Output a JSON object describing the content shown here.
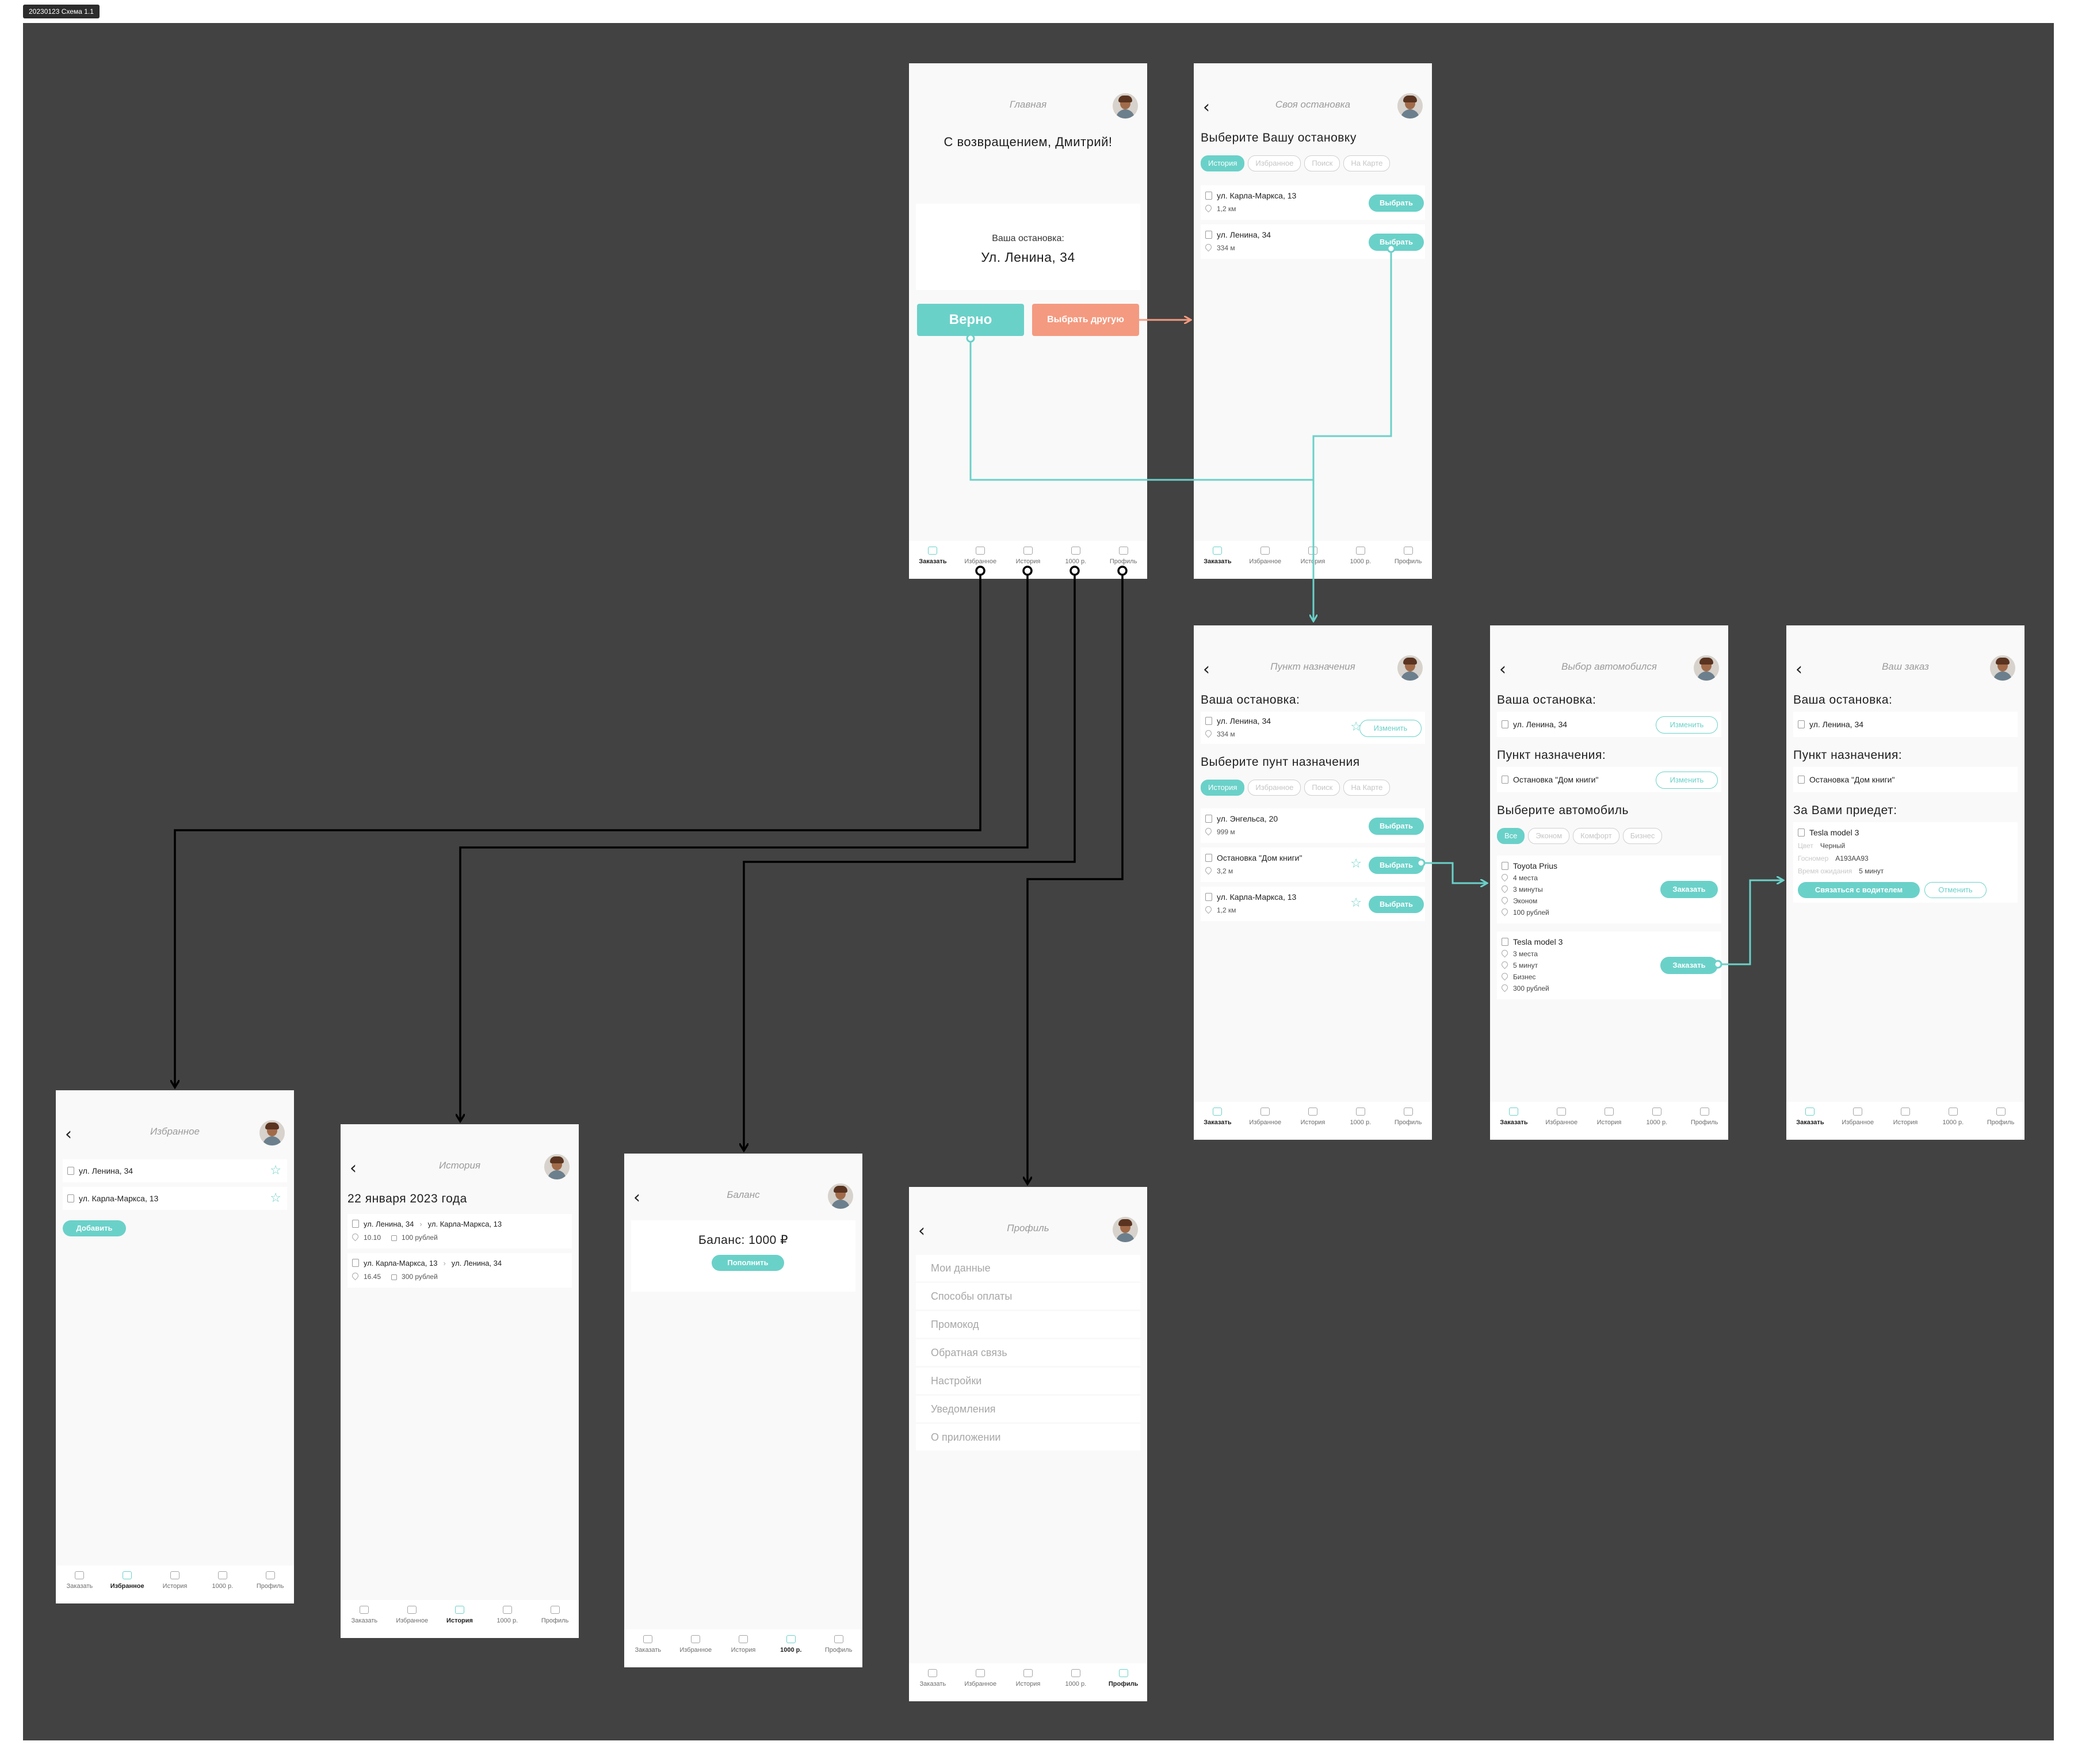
{
  "file_tag": "20230123 Схема 1.1",
  "colors": {
    "accent": "#6ad1c9",
    "coral": "#f49a80",
    "canvas": "#424242"
  },
  "tabs": [
    "Заказать",
    "Избранное",
    "История",
    "1000 р.",
    "Профиль"
  ],
  "main": {
    "title": "Главная",
    "greeting": "С возвращением, Дмитрий!",
    "stop_label": "Ваша остановка:",
    "stop_value": "Ул. Ленина, 34",
    "confirm": "Верно",
    "choose_other": "Выбрать другую"
  },
  "own_stop": {
    "title": "Своя остановка",
    "heading": "Выберите Вашу остановку",
    "chips": [
      "История",
      "Избранное",
      "Поиск",
      "На Карте"
    ],
    "items": [
      {
        "name": "ул. Карла-Маркса, 13",
        "dist": "1,2 км"
      },
      {
        "name": "ул. Ленина, 34",
        "dist": "334 м"
      }
    ],
    "select": "Выбрать"
  },
  "destination": {
    "title": "Пункт назначения",
    "stop_heading": "Ваша остановка:",
    "stop": {
      "name": "ул. Ленина, 34",
      "dist": "334 м"
    },
    "change": "Изменить",
    "heading": "Выберите пунт назначения",
    "chips": [
      "История",
      "Избранное",
      "Поиск",
      "На Карте"
    ],
    "items": [
      {
        "name": "ул. Энгельса, 20",
        "dist": "999 м"
      },
      {
        "name": "Остановка \"Дом книги\"",
        "dist": "3,2 м"
      },
      {
        "name": "ул. Карла-Маркса, 13",
        "dist": "1,2 км"
      }
    ],
    "select": "Выбрать"
  },
  "car_choice": {
    "title": "Выбор автомобился",
    "stop_heading": "Ваша остановка:",
    "stop": "ул. Ленина, 34",
    "dest_heading": "Пункт назначения:",
    "dest": "Остановка \"Дом книги\"",
    "change": "Изменить",
    "heading": "Выберите автомобиль",
    "chips": [
      "Все",
      "Эконом",
      "Комфорт",
      "Бизнес"
    ],
    "cars": [
      {
        "name": "Toyota Prius",
        "seats": "4 места",
        "time": "3 минуты",
        "class": "Эконом",
        "price": "100 рублей"
      },
      {
        "name": "Tesla model 3",
        "seats": "3 места",
        "time": "5 минут",
        "class": "Бизнес",
        "price": "300 рублей"
      }
    ],
    "order": "Заказать"
  },
  "your_order": {
    "title": "Ваш заказ",
    "stop_heading": "Ваша остановка:",
    "stop": "ул. Ленина, 34",
    "dest_heading": "Пункт назначения:",
    "dest": "Остановка \"Дом книги\"",
    "coming_heading": "За Вами приедет:",
    "car": "Tesla model 3",
    "color_label": "Цвет",
    "color_value": "Черный",
    "plate_label": "Госномер",
    "plate_value": "А193АА93",
    "wait_label": "Время ожидания",
    "wait_value": "5 минут",
    "contact": "Связаться с водителем",
    "cancel": "Отменить"
  },
  "favorites": {
    "title": "Избранное",
    "items": [
      "ул. Ленина, 34",
      "ул. Карла-Маркса, 13"
    ],
    "add": "Добавить"
  },
  "history": {
    "title": "История",
    "date": "22 января 2023 года",
    "trips": [
      {
        "from": "ул. Ленина, 34",
        "to": "ул. Карла-Маркса, 13",
        "time": "10.10",
        "price": "100 рублей"
      },
      {
        "from": "ул. Карла-Маркса, 13",
        "to": "ул. Ленина, 34",
        "time": "16.45",
        "price": "300 рублей"
      }
    ]
  },
  "balance": {
    "title": "Баланс",
    "text": "Баланс: 1000 ₽",
    "topup": "Пополнить"
  },
  "profile": {
    "title": "Профиль",
    "items": [
      "Мои данные",
      "Способы оплаты",
      "Промокод",
      "Обратная связь",
      "Настройки",
      "Уведомления",
      "О приложении"
    ]
  }
}
